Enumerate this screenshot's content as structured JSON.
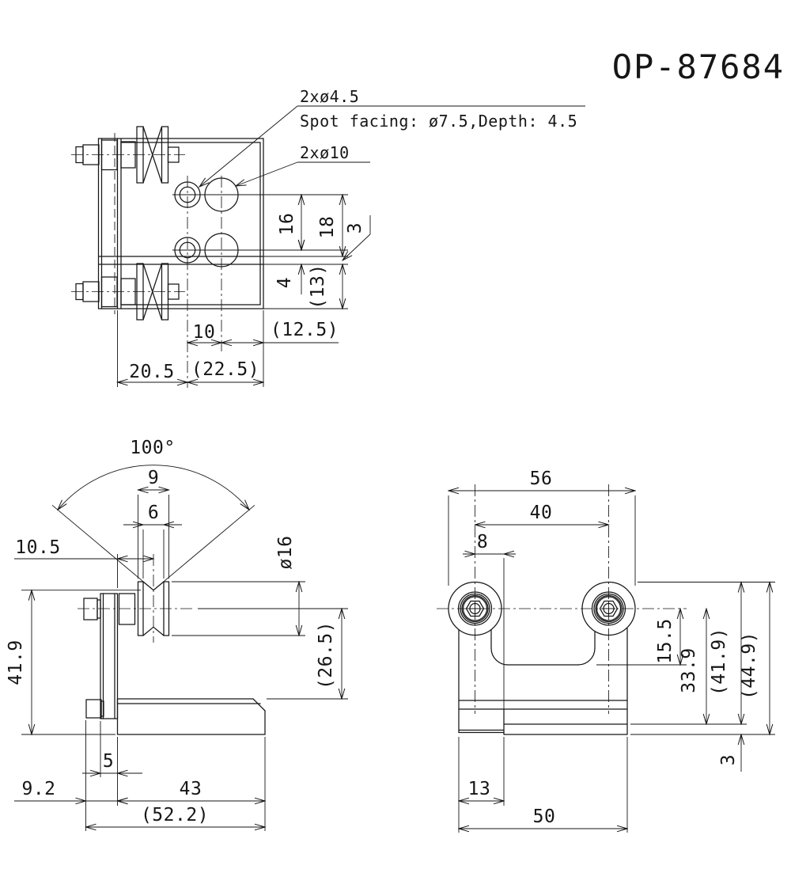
{
  "sheet": {
    "part_number": "OP-87684"
  },
  "top_view": {
    "callout_small_holes": "2xø4.5",
    "callout_spot_facing": "Spot facing: ø7.5,Depth: 4.5",
    "callout_large_holes": "2xø10",
    "dim_hole_row_spacing": "16",
    "dim_row_to_step": "18",
    "dim_step_thickness": "3",
    "dim_row_to_step_near": "4",
    "dim_step_to_bottom": "(13)",
    "dim_hole_col_spacing": "10",
    "dim_col_to_edge": "(12.5)",
    "dim_left_to_col": "20.5",
    "dim_col_span": "(22.5)"
  },
  "side_view": {
    "dim_groove_angle": "100°",
    "dim_pulley_width": "9",
    "dim_groove_opening": "6",
    "dim_face_to_groove_center": "10.5",
    "dim_pulley_diameter": "ø16",
    "dim_axis_to_base_top": "(26.5)",
    "dim_groove_to_base_bottom": "41.9",
    "dim_plate_thickness": "5",
    "dim_bolt_face_offset": "9.2",
    "dim_base_depth": "43",
    "dim_overall_depth": "(52.2)"
  },
  "front_view": {
    "dim_overall_width": "56",
    "dim_pulley_spacing": "40",
    "dim_center_to_bend": "8",
    "dim_axis_to_cutout": "15.5",
    "dim_axis_to_lip": "33.9",
    "dim_top_to_lip": "(41.9)",
    "dim_overall_height": "(44.9)",
    "dim_lip_thickness": "3",
    "dim_bend_width": "13",
    "dim_base_width": "50"
  }
}
